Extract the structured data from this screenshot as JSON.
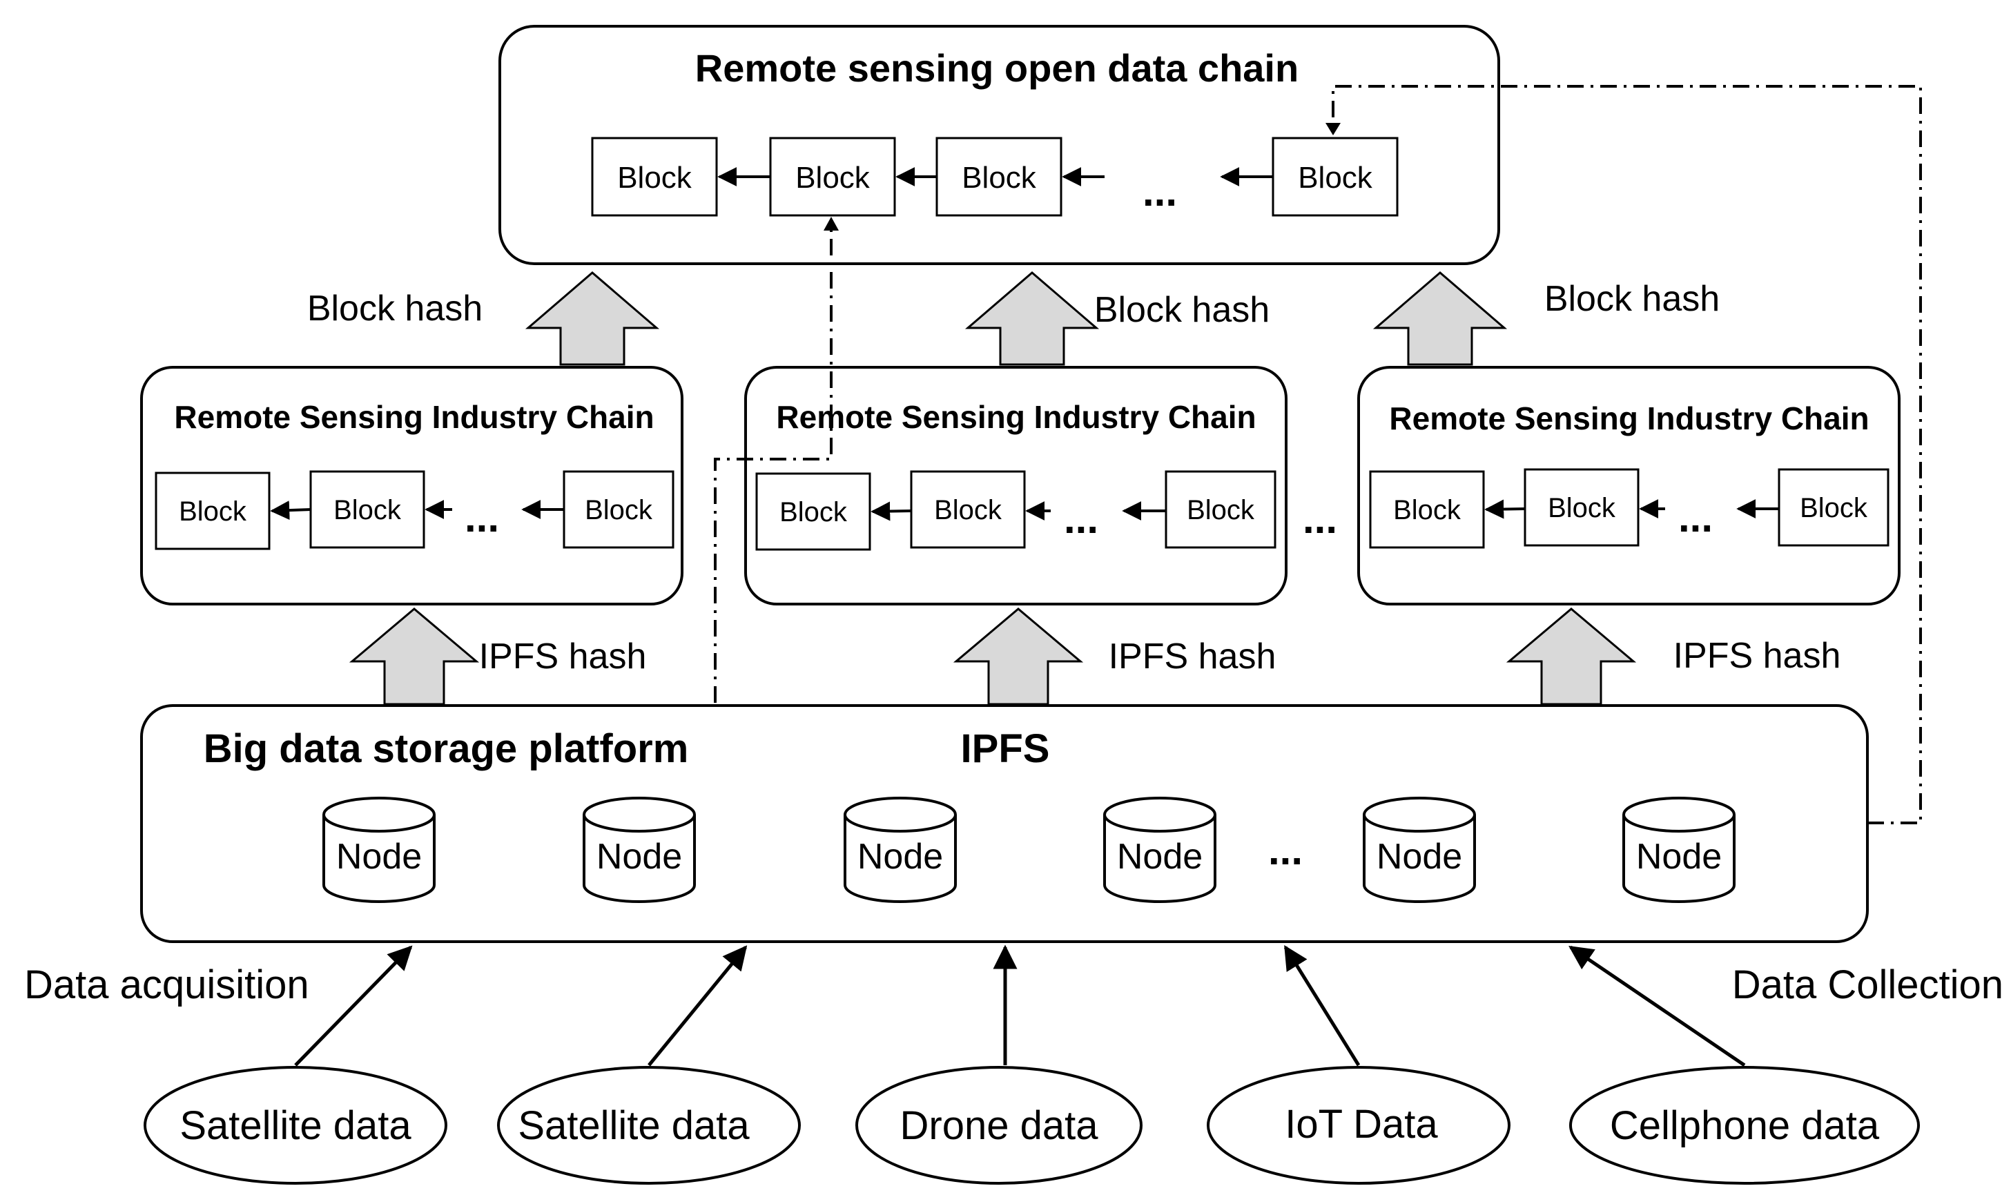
{
  "open_chain": {
    "title": "Remote sensing open data chain",
    "blocks": [
      "Block",
      "Block",
      "Block",
      "Block"
    ],
    "ellipsis": "..."
  },
  "hash_labels": {
    "block_hash": [
      "Block hash",
      "Block hash",
      "Block hash"
    ],
    "ipfs_hash": [
      "IPFS hash",
      "IPFS hash",
      "IPFS hash"
    ]
  },
  "industry_chains": [
    {
      "title": "Remote Sensing Industry Chain",
      "blocks": [
        "Block",
        "Block",
        "Block"
      ],
      "ellipsis": "..."
    },
    {
      "title": "Remote Sensing Industry Chain",
      "blocks": [
        "Block",
        "Block",
        "Block"
      ],
      "ellipsis": "..."
    },
    {
      "title": "Remote Sensing Industry Chain",
      "blocks": [
        "Block",
        "Block",
        "Block"
      ],
      "ellipsis": "..."
    }
  ],
  "industry_ellipsis": "...",
  "storage": {
    "title": "Big data storage platform",
    "subtitle": "IPFS",
    "nodes": [
      "Node",
      "Node",
      "Node",
      "Node",
      "Node",
      "Node"
    ],
    "ellipsis": "..."
  },
  "flow_labels": {
    "left": "Data acquisition",
    "right": "Data Collection"
  },
  "sources": [
    "Satellite data",
    "Satellite data",
    "Drone data",
    "IoT Data",
    "Cellphone data"
  ],
  "colors": {
    "stroke": "#000000",
    "arrow_fill": "#d9d9d9",
    "background": "#ffffff"
  }
}
